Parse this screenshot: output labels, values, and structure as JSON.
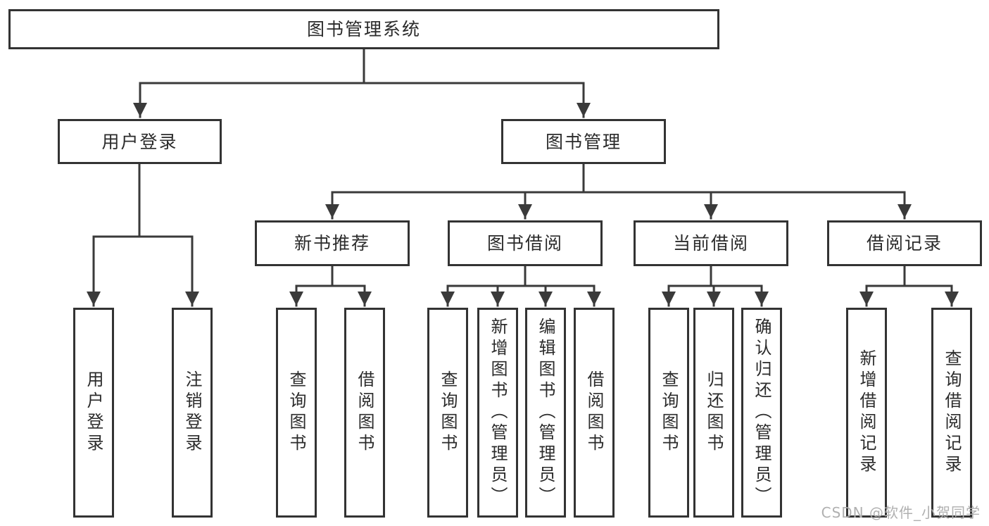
{
  "diagram": {
    "tree": {
      "label": "图书管理系统",
      "children": [
        {
          "label": "用户登录",
          "children": [
            {
              "label": "用户登录"
            },
            {
              "label": "注销登录"
            }
          ]
        },
        {
          "label": "图书管理",
          "children": [
            {
              "label": "新书推荐",
              "children": [
                {
                  "label": "查询图书"
                },
                {
                  "label": "借阅图书"
                }
              ]
            },
            {
              "label": "图书借阅",
              "children": [
                {
                  "label": "查询图书"
                },
                {
                  "label": "新增图书（管理员）"
                },
                {
                  "label": "编辑图书（管理员）"
                },
                {
                  "label": "借阅图书"
                }
              ]
            },
            {
              "label": "当前借阅",
              "children": [
                {
                  "label": "查询图书"
                },
                {
                  "label": "归还图书"
                },
                {
                  "label": "确认归还（管理员）"
                }
              ]
            },
            {
              "label": "借阅记录",
              "children": [
                {
                  "label": "新增借阅记录"
                },
                {
                  "label": "查询借阅记录"
                }
              ]
            }
          ]
        }
      ]
    },
    "watermark": "CSDN @软件_小贺同学",
    "colors": {
      "box_border": "#333333",
      "connector_line": "#3a3a3a",
      "text": "#2b2b2b",
      "watermark_text": "#b0b0b0",
      "background": "#ffffff"
    }
  }
}
